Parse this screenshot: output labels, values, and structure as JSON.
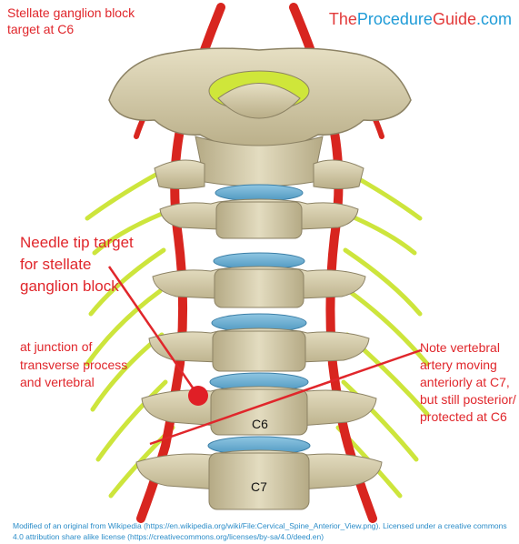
{
  "title": "Stellate ganglion block target at C6",
  "brand": {
    "part1": "The",
    "part2": "Procedure",
    "part3": "Guide",
    "part4": ".com"
  },
  "needle_label": {
    "headline": "Needle tip target for stellate ganglion block",
    "rest": "at junction of transverse process and vertebral"
  },
  "note_label": "Note vertebral artery moving anteriorly at C7, but still posterior/ protected at C6",
  "vertebra_labels": {
    "c6": "C6",
    "c7": "C7"
  },
  "credit": "Modified of an original from Wikipedia (https://en.wikipedia.org/wiki/File:Cervical_Spine_Anterior_View.png). Licensed under a creative commons 4.0 attribution share alike license (https://creativecommons.org/licenses/by-sa/4.0/deed.en)",
  "colors": {
    "label_red": "#e0262b",
    "brand_blue": "#1e9bd7",
    "bone": "#d8cfae",
    "disc": "#6ab0d4",
    "artery": "#d8251f",
    "nerve": "#cfe63a"
  }
}
